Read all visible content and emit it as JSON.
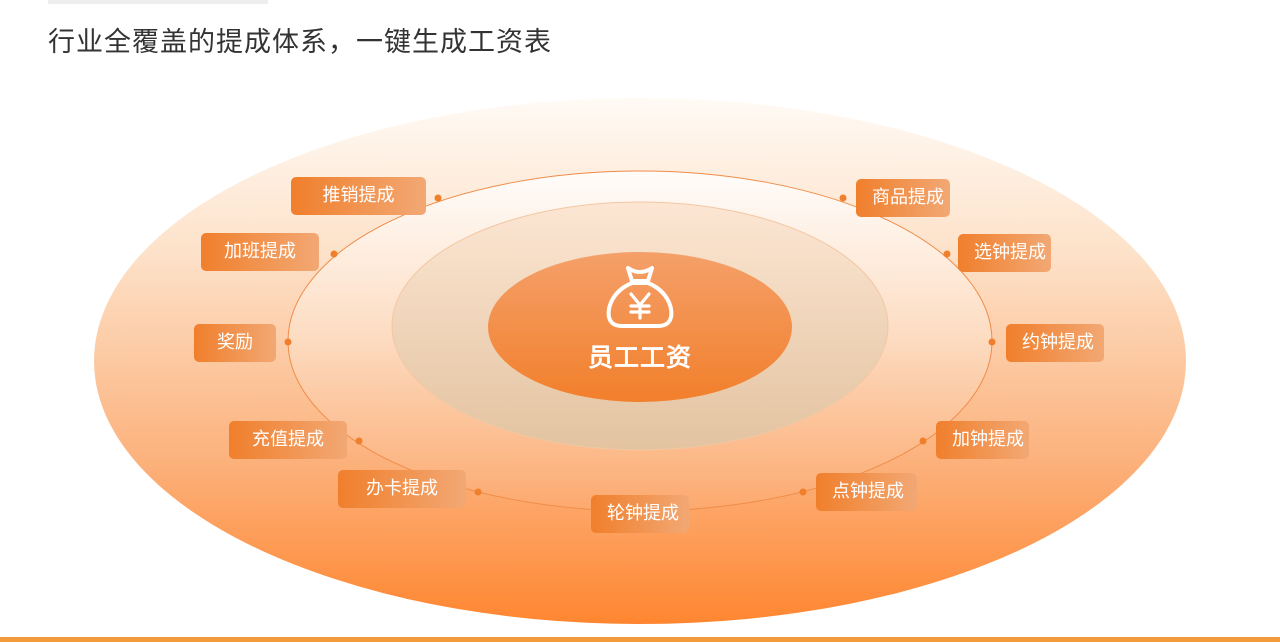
{
  "header": {
    "title": "行业全覆盖的提成体系，一键生成工资表"
  },
  "center": {
    "label": "员工工资",
    "icon": "money-bag-icon"
  },
  "tags": [
    {
      "id": "tuixiao",
      "label": "推销提成"
    },
    {
      "id": "jiaban",
      "label": "加班提成"
    },
    {
      "id": "jiangli",
      "label": "奖励"
    },
    {
      "id": "chongzhi",
      "label": "充值提成"
    },
    {
      "id": "banka",
      "label": "办卡提成"
    },
    {
      "id": "lunzhong",
      "label": "轮钟提成"
    },
    {
      "id": "dianzhong",
      "label": "点钟提成"
    },
    {
      "id": "jiazhong",
      "label": "加钟提成"
    },
    {
      "id": "yuezhong",
      "label": "约钟提成"
    },
    {
      "id": "xuanzhong",
      "label": "选钟提成"
    },
    {
      "id": "shangpin",
      "label": "商品提成"
    }
  ],
  "colors": {
    "accent": "#f28a3a",
    "tag_dark": "#f07f2c",
    "tag_light": "#f2a874",
    "outer_top": "#fff6ee",
    "outer_bottom": "#ff8a35",
    "core": "#f7914a",
    "bottom_bar": "#f39a3b"
  }
}
